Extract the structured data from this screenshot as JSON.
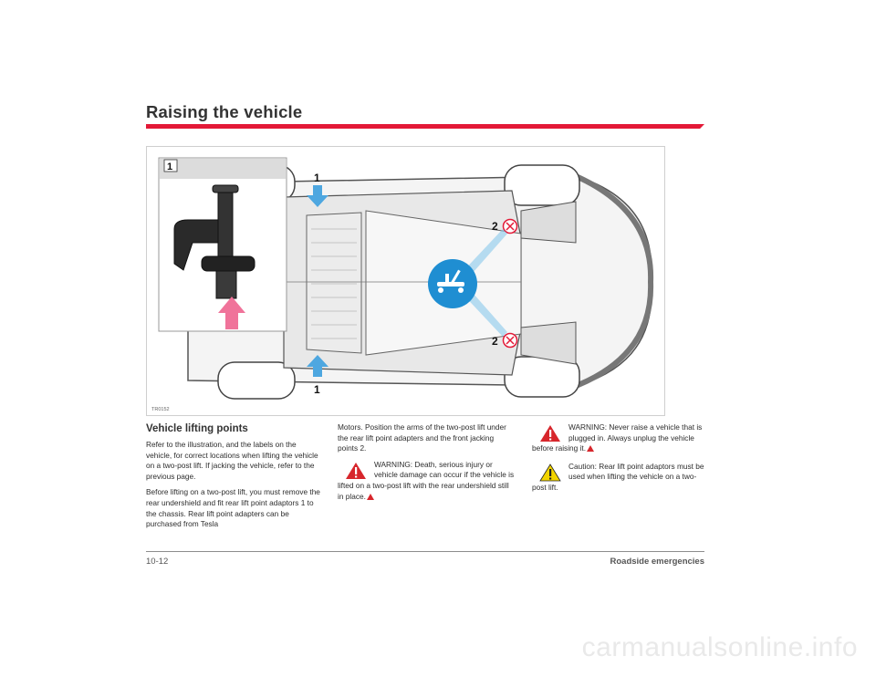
{
  "header": {
    "title": "Raising the vehicle"
  },
  "figure": {
    "code": "TR0152",
    "callouts": [
      "1",
      "1",
      "1",
      "2",
      "2"
    ]
  },
  "section": {
    "heading": "Vehicle lifting points",
    "paragraphs": [
      "Refer to the illustration, and the labels on the vehicle, for correct locations when lifting the vehicle on a two-post lift. If jacking the vehicle, refer to the previous page.",
      "Before lifting on a two-post lift, you must remove the rear undershield and fit rear lift point adaptors 1 to the chassis. Rear lift point adapters can be purchased from Tesla"
    ],
    "continued": "Motors. Position the arms of the two-post lift under the rear lift point adapters and the front jacking points 2.",
    "warning1": "WARNING: Death, serious injury or vehicle damage can occur if the vehicle is lifted on a two-post lift with the rear undershield still in place.",
    "warning2": "WARNING: Never raise a vehicle that is plugged in. Always unplug the vehicle before raising it.",
    "caution": "Caution: Rear lift point adaptors must be used when lifting the vehicle on a two-post lift."
  },
  "footer": {
    "page": "10-12",
    "section": "Roadside emergencies",
    "watermark": "carmanualsonline.info"
  },
  "colors": {
    "accent": "#e31937",
    "warning": "#d7262c",
    "caution": "#f2d400",
    "arrow_blue": "#4ea7e0",
    "arrow_pink": "#f0739a"
  }
}
